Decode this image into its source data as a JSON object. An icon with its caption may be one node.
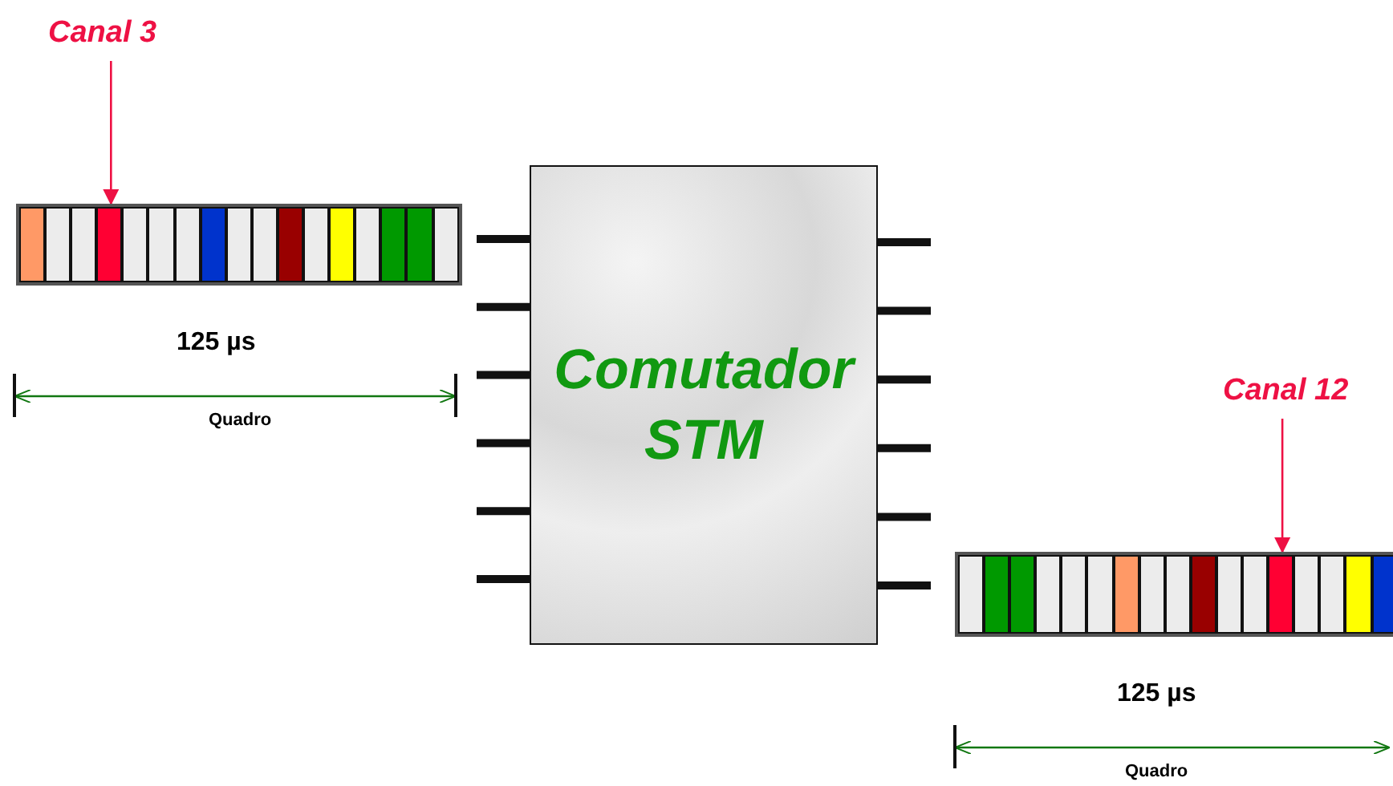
{
  "diagram": {
    "nodes": [
      {
        "text": [
          "Canal 3"
        ]
      },
      {
        "text": [],
        "shape": "box"
      },
      {
        "text": [
          "Comutador STM"
        ]
      },
      {
        "text": [
          "Canal 12"
        ]
      },
      {
        "text": [],
        "shape": "box"
      }
    ],
    "edges": [
      {
        "from": 0,
        "to": 1,
        "arrow": "to"
      },
      {
        "from": 3,
        "to": 4,
        "arrow": "to"
      }
    ],
    "labels": [
      "125 µs",
      "Quadro",
      "125 µs",
      "Quadro"
    ]
  }
}
